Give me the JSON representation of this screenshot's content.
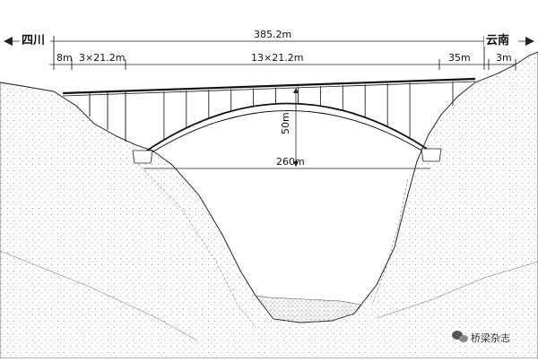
{
  "endpoints": {
    "left": "四川",
    "right": "云南"
  },
  "dimensions": {
    "total": "385.2m",
    "left_approach": "8m",
    "left_spans": "3×21.2m",
    "arch_spans": "13×21.2m",
    "right_span": "35m",
    "right_approach": "3m",
    "arch_rise": "50m",
    "arch_span": "260m"
  },
  "watermark": "桥梁杂志",
  "watermark_icon": "wechat-icon",
  "colors": {
    "line": "#222222",
    "rock_dot": "#9a9a9a",
    "fill": "#ffffff"
  }
}
